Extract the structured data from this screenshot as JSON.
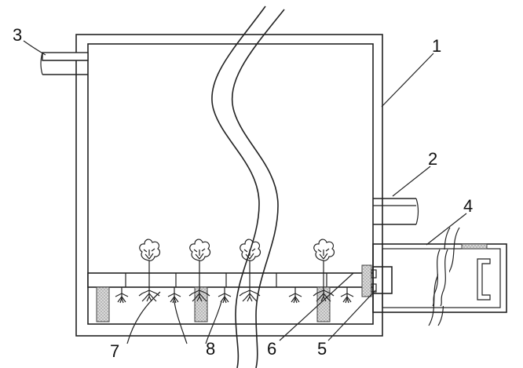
{
  "labels": {
    "l1": "1",
    "l2": "2",
    "l3": "3",
    "l4": "4",
    "l5": "5",
    "l6": "6",
    "l7": "7",
    "l8": "8"
  }
}
